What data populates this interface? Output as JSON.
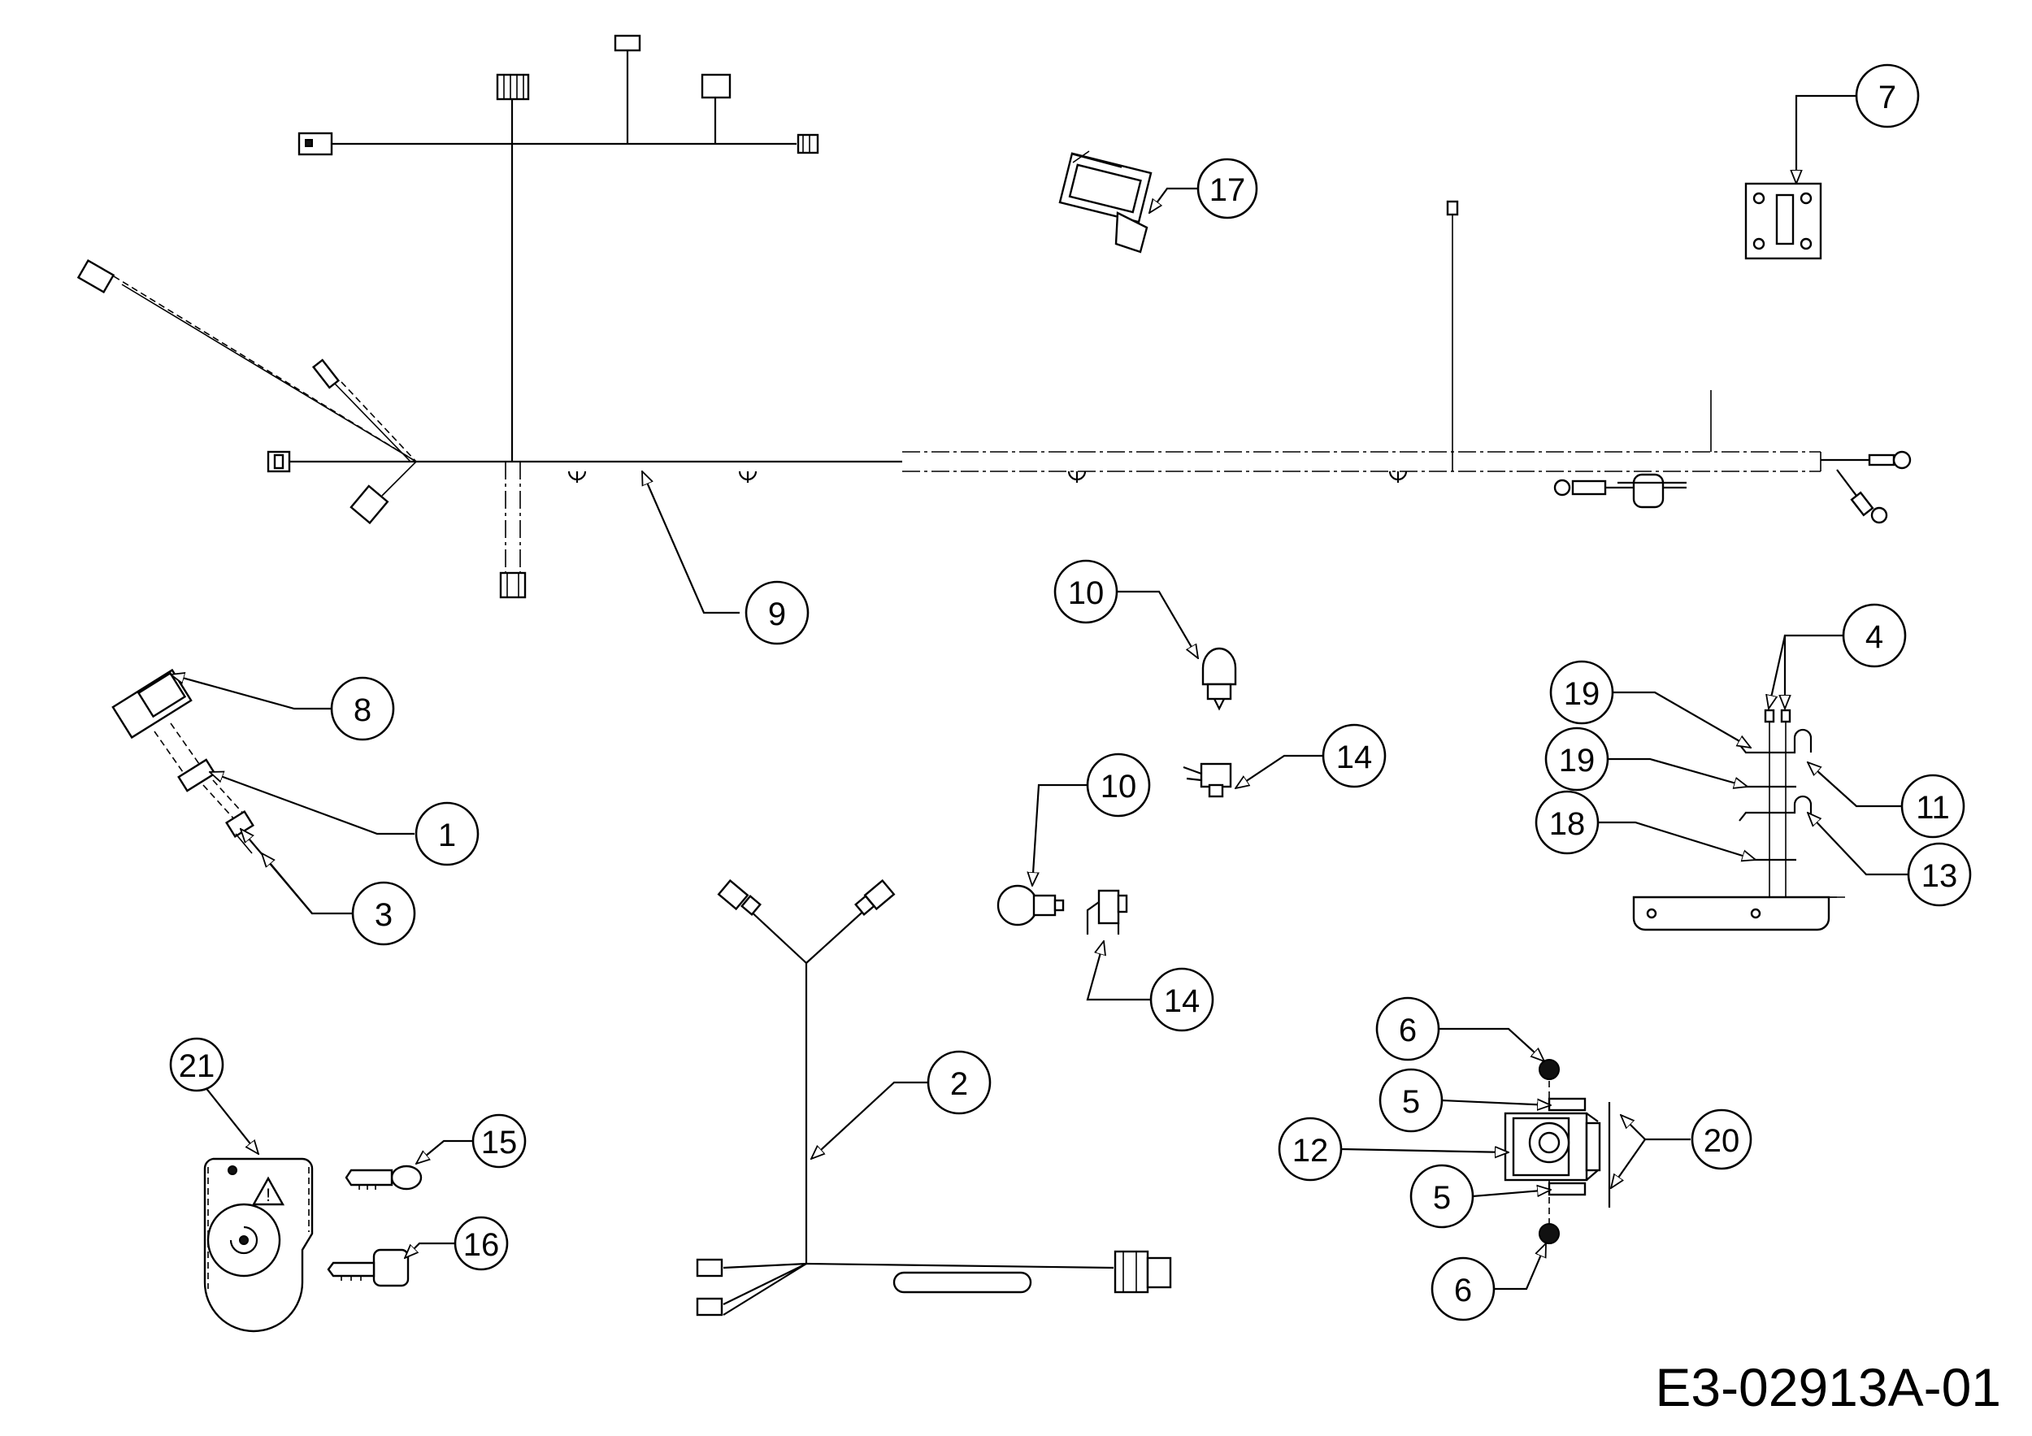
{
  "drawing_ref": "E3-02913A-01",
  "callouts": [
    {
      "id": "c1",
      "label": "1"
    },
    {
      "id": "c2",
      "label": "2"
    },
    {
      "id": "c3",
      "label": "3"
    },
    {
      "id": "c4",
      "label": "4"
    },
    {
      "id": "c5a",
      "label": "5"
    },
    {
      "id": "c5b",
      "label": "5"
    },
    {
      "id": "c6a",
      "label": "6"
    },
    {
      "id": "c6b",
      "label": "6"
    },
    {
      "id": "c7",
      "label": "7"
    },
    {
      "id": "c8",
      "label": "8"
    },
    {
      "id": "c9",
      "label": "9"
    },
    {
      "id": "c10a",
      "label": "10"
    },
    {
      "id": "c10b",
      "label": "10"
    },
    {
      "id": "c11",
      "label": "11"
    },
    {
      "id": "c12",
      "label": "12"
    },
    {
      "id": "c13",
      "label": "13"
    },
    {
      "id": "c14a",
      "label": "14"
    },
    {
      "id": "c14b",
      "label": "14"
    },
    {
      "id": "c15",
      "label": "15"
    },
    {
      "id": "c16",
      "label": "16"
    },
    {
      "id": "c17",
      "label": "17"
    },
    {
      "id": "c18",
      "label": "18"
    },
    {
      "id": "c19a",
      "label": "19"
    },
    {
      "id": "c19b",
      "label": "19"
    },
    {
      "id": "c20",
      "label": "20"
    },
    {
      "id": "c21",
      "label": "21"
    }
  ]
}
